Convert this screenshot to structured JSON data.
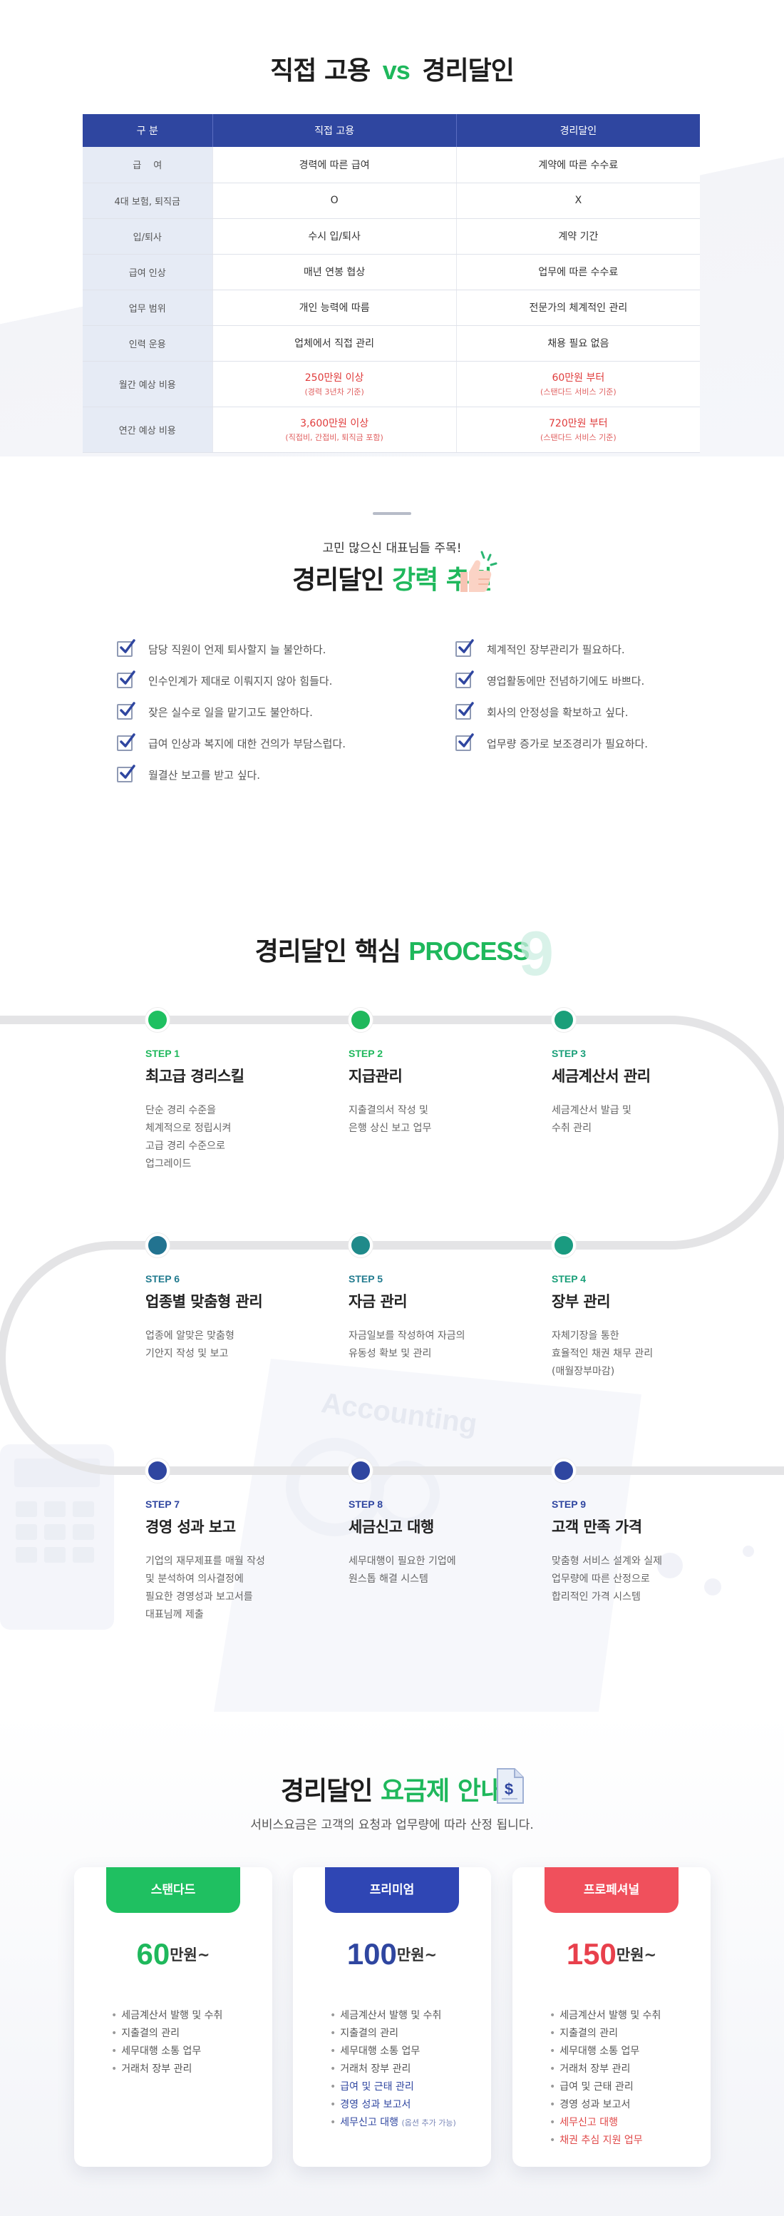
{
  "compare": {
    "title_a": "직접 고용",
    "title_vs": "vs",
    "title_b": "경리달인",
    "headers": [
      "구 분",
      "직접 고용",
      "경리달인"
    ],
    "rows": [
      {
        "label": "급　 여",
        "a": "경력에 따른 급여",
        "b": "계약에 따른 수수료"
      },
      {
        "label": "4대 보험, 퇴직금",
        "a": "O",
        "b": "X"
      },
      {
        "label": "입/퇴사",
        "a": "수시 입/퇴사",
        "b": "계약 기간"
      },
      {
        "label": "급여 인상",
        "a": "매년 연봉 협상",
        "b": "업무에 따른 수수료"
      },
      {
        "label": "업무 범위",
        "a": "개인 능력에 따름",
        "b": "전문가의 체계적인 관리"
      },
      {
        "label": "인력 운용",
        "a": "업체에서 직접 관리",
        "b": "채용 필요 없음"
      }
    ],
    "cost_rows": [
      {
        "label": "월간 예상 비용",
        "a_main": "250만원 이상",
        "a_sub": "(경력 3년차 기준)",
        "b_main": "60만원 부터",
        "b_sub": "(스탠다드 서비스 기준)"
      },
      {
        "label": "연간 예상 비용",
        "a_main": "3,600만원 이상",
        "a_sub": "(직접비, 간접비, 퇴직금 포함)",
        "b_main": "720만원 부터",
        "b_sub": "(스탠다드 서비스 기준)"
      }
    ]
  },
  "recommend": {
    "subtitle": "고민 많으신 대표님들 주목!",
    "title_a": "경리달인",
    "title_b": "강력 추천",
    "left": [
      "담당 직원이 언제 퇴사할지 늘 불안하다.",
      "인수인계가 제대로 이뤄지지 않아 힘들다.",
      "잦은 실수로 일을 맡기고도 불안하다.",
      "급여 인상과 복지에 대한 건의가 부담스럽다.",
      "월결산 보고를 받고 싶다."
    ],
    "right": [
      "체계적인 장부관리가 필요하다.",
      "영업활동에만 전념하기에도 바쁘다.",
      "회사의 안정성을 확보하고 싶다.",
      "업무량 증가로 보조경리가 필요하다."
    ]
  },
  "process": {
    "title_a": "경리달인 핵심",
    "title_b": "PROCESS",
    "big_number": "9",
    "bg_text": "Accounting",
    "steps": [
      {
        "no": "STEP 1",
        "name": "최고급 경리스킬",
        "desc": "단순 경리 수준을\n체계적으로 정립시켜\n고급 경리 수준으로\n업그레이드",
        "color": "#1fc061"
      },
      {
        "no": "STEP 2",
        "name": "지급관리",
        "desc": "지출결의서 작성 및\n은행 상신 보고 업무",
        "color": "#1fb85c"
      },
      {
        "no": "STEP 3",
        "name": "세금계산서 관리",
        "desc": "세금계산서 발급 및\n수취 관리",
        "color": "#1a9f79"
      },
      {
        "no": "STEP 4",
        "name": "장부 관리",
        "desc": "자체기장을 통한\n효율적인 채권 채무 관리\n(매월장부마감)",
        "color": "#1a9b80"
      },
      {
        "no": "STEP 5",
        "name": "자금 관리",
        "desc": "자금일보를 작성하여 자금의\n유동성 확보 및 관리",
        "color": "#1f8a8a"
      },
      {
        "no": "STEP 6",
        "name": "업종별 맞춤형 관리",
        "desc": "업종에 알맞은 맞춤형\n기안지 작성 및 보고",
        "color": "#227390"
      },
      {
        "no": "STEP 7",
        "name": "경영 성과 보고",
        "desc": "기업의 재무제표를 매월 작성\n및 분석하여 의사결정에\n필요한 경영성과 보고서를\n대표님께 제출",
        "color": "#2f46a0"
      },
      {
        "no": "STEP 8",
        "name": "세금신고 대행",
        "desc": "세무대행이 필요한 기업에\n원스톱 해결 시스템",
        "color": "#2f46a0"
      },
      {
        "no": "STEP 9",
        "name": "고객 만족 가격",
        "desc": "맞춤형 서비스 설계와 실제\n업무량에 따른 산정으로\n합리적인 가격 시스템",
        "color": "#2f46a0"
      }
    ]
  },
  "pricing": {
    "title_a": "경리달인",
    "title_b": "요금제 안내",
    "subtitle": "서비스요금은 고객의 요청과 업무량에 따라 산정 됩니다.",
    "plans": [
      {
        "name": "스탠다드",
        "price": "60",
        "unit": "만원~",
        "color": "#1fc061",
        "features": [
          "세금계산서 발행 및 수취",
          "지출결의 관리",
          "세무대행 소통 업무",
          "거래처 장부 관리"
        ]
      },
      {
        "name": "프리미엄",
        "price": "100",
        "unit": "만원~",
        "color": "#2f46b4",
        "features": [
          "세금계산서 발행 및 수취",
          "지출결의 관리",
          "세무대행 소통 업무",
          "거래처 장부 관리",
          "급여 및 근태 관리",
          "경영 성과 보고서",
          "세무신고 대행"
        ],
        "note": "(옵션 추가 가능)"
      },
      {
        "name": "프로페셔널",
        "price": "150",
        "unit": "만원~",
        "color": "#f0505c",
        "features": [
          "세금계산서 발행 및 수취",
          "지출결의 관리",
          "세무대행 소통 업무",
          "거래처 장부 관리",
          "급여 및 근태 관리",
          "경영 성과 보고서",
          "세무신고 대행",
          "채권 추심 지원 업무"
        ]
      }
    ]
  }
}
